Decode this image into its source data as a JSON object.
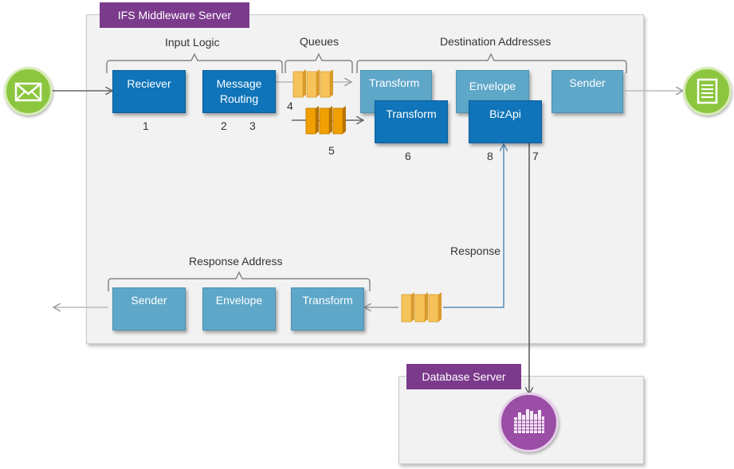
{
  "servers": {
    "middleware": "IFS Middleware Server",
    "database": "Database Server"
  },
  "sections": {
    "input_logic": "Input Logic",
    "queues": "Queues",
    "destination_addresses": "Destination Addresses",
    "response_address": "Response Address",
    "response": "Response"
  },
  "boxes": {
    "receiver": "Reciever",
    "message_routing": "Message Routing",
    "dest_transform_back": "Transform",
    "dest_transform_front": "Transform",
    "dest_envelope": "Envelope",
    "dest_bizapi": "BizApi",
    "dest_sender": "Sender",
    "resp_sender": "Sender",
    "resp_envelope": "Envelope",
    "resp_transform": "Transform"
  },
  "numbers": {
    "n1": "1",
    "n2": "2",
    "n3": "3",
    "n4": "4",
    "n5": "5",
    "n6": "6",
    "n7": "7",
    "n8": "8"
  },
  "icons": {
    "input": "envelope-icon",
    "output": "document-icon",
    "database": "database-icon"
  },
  "colors": {
    "server_tag": "#7b3a8c",
    "box_dark": "#0f74b9",
    "box_light": "#5ea7c9",
    "queue_light": "#f5c35a",
    "queue_dark": "#f0a000",
    "green_icon": "#8cc63f",
    "purple_icon": "#9b4ea6"
  }
}
